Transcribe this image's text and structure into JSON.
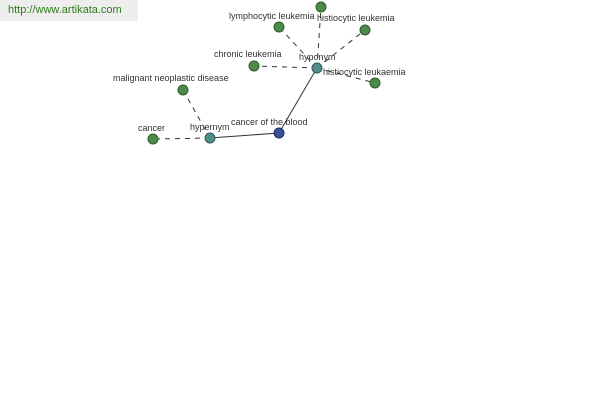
{
  "banner": {
    "url_text": "http://www.artikata.com"
  },
  "colors": {
    "term_node": "#4e8a4a",
    "relation_node": "#4f8e8b",
    "focus_node": "#3d4f96",
    "edge": "#333333",
    "banner_bg": "#eeeeee",
    "banner_text": "#2e7a1c"
  },
  "graph": {
    "nodes": [
      {
        "id": "cancer-of-the-blood",
        "label": "cancer of the blood",
        "kind": "focus"
      },
      {
        "id": "hypernym",
        "label": "hypernym",
        "kind": "relation"
      },
      {
        "id": "cancer",
        "label": "cancer",
        "kind": "term"
      },
      {
        "id": "malignant-neoplastic-disease",
        "label": "malignant neoplastic disease",
        "kind": "term"
      },
      {
        "id": "hyponym",
        "label": "hyponym",
        "kind": "relation"
      },
      {
        "id": "lymphocytic-leukemia",
        "label": "lymphocytic leukemia",
        "kind": "term"
      },
      {
        "id": "histiocytic-leukemia",
        "label": "histiocytic leukemia",
        "kind": "term"
      },
      {
        "id": "chronic-leukemia",
        "label": "chronic leukemia",
        "kind": "term"
      },
      {
        "id": "histiocytic-leukaemia",
        "label": "histiocytic leukaemia",
        "kind": "term"
      },
      {
        "id": "unlabeled-top",
        "label": "",
        "kind": "term"
      }
    ],
    "edges": [
      {
        "from": "cancer-of-the-blood",
        "to": "hypernym",
        "style": "solid"
      },
      {
        "from": "cancer-of-the-blood",
        "to": "hyponym",
        "style": "solid"
      },
      {
        "from": "hypernym",
        "to": "cancer",
        "style": "dashed"
      },
      {
        "from": "hypernym",
        "to": "malignant-neoplastic-disease",
        "style": "dashed"
      },
      {
        "from": "hyponym",
        "to": "lymphocytic-leukemia",
        "style": "dashed"
      },
      {
        "from": "hyponym",
        "to": "histiocytic-leukemia",
        "style": "dashed"
      },
      {
        "from": "hyponym",
        "to": "chronic-leukemia",
        "style": "dashed"
      },
      {
        "from": "hyponym",
        "to": "histiocytic-leukaemia",
        "style": "dashed"
      },
      {
        "from": "hyponym",
        "to": "unlabeled-top",
        "style": "dashed"
      }
    ]
  }
}
